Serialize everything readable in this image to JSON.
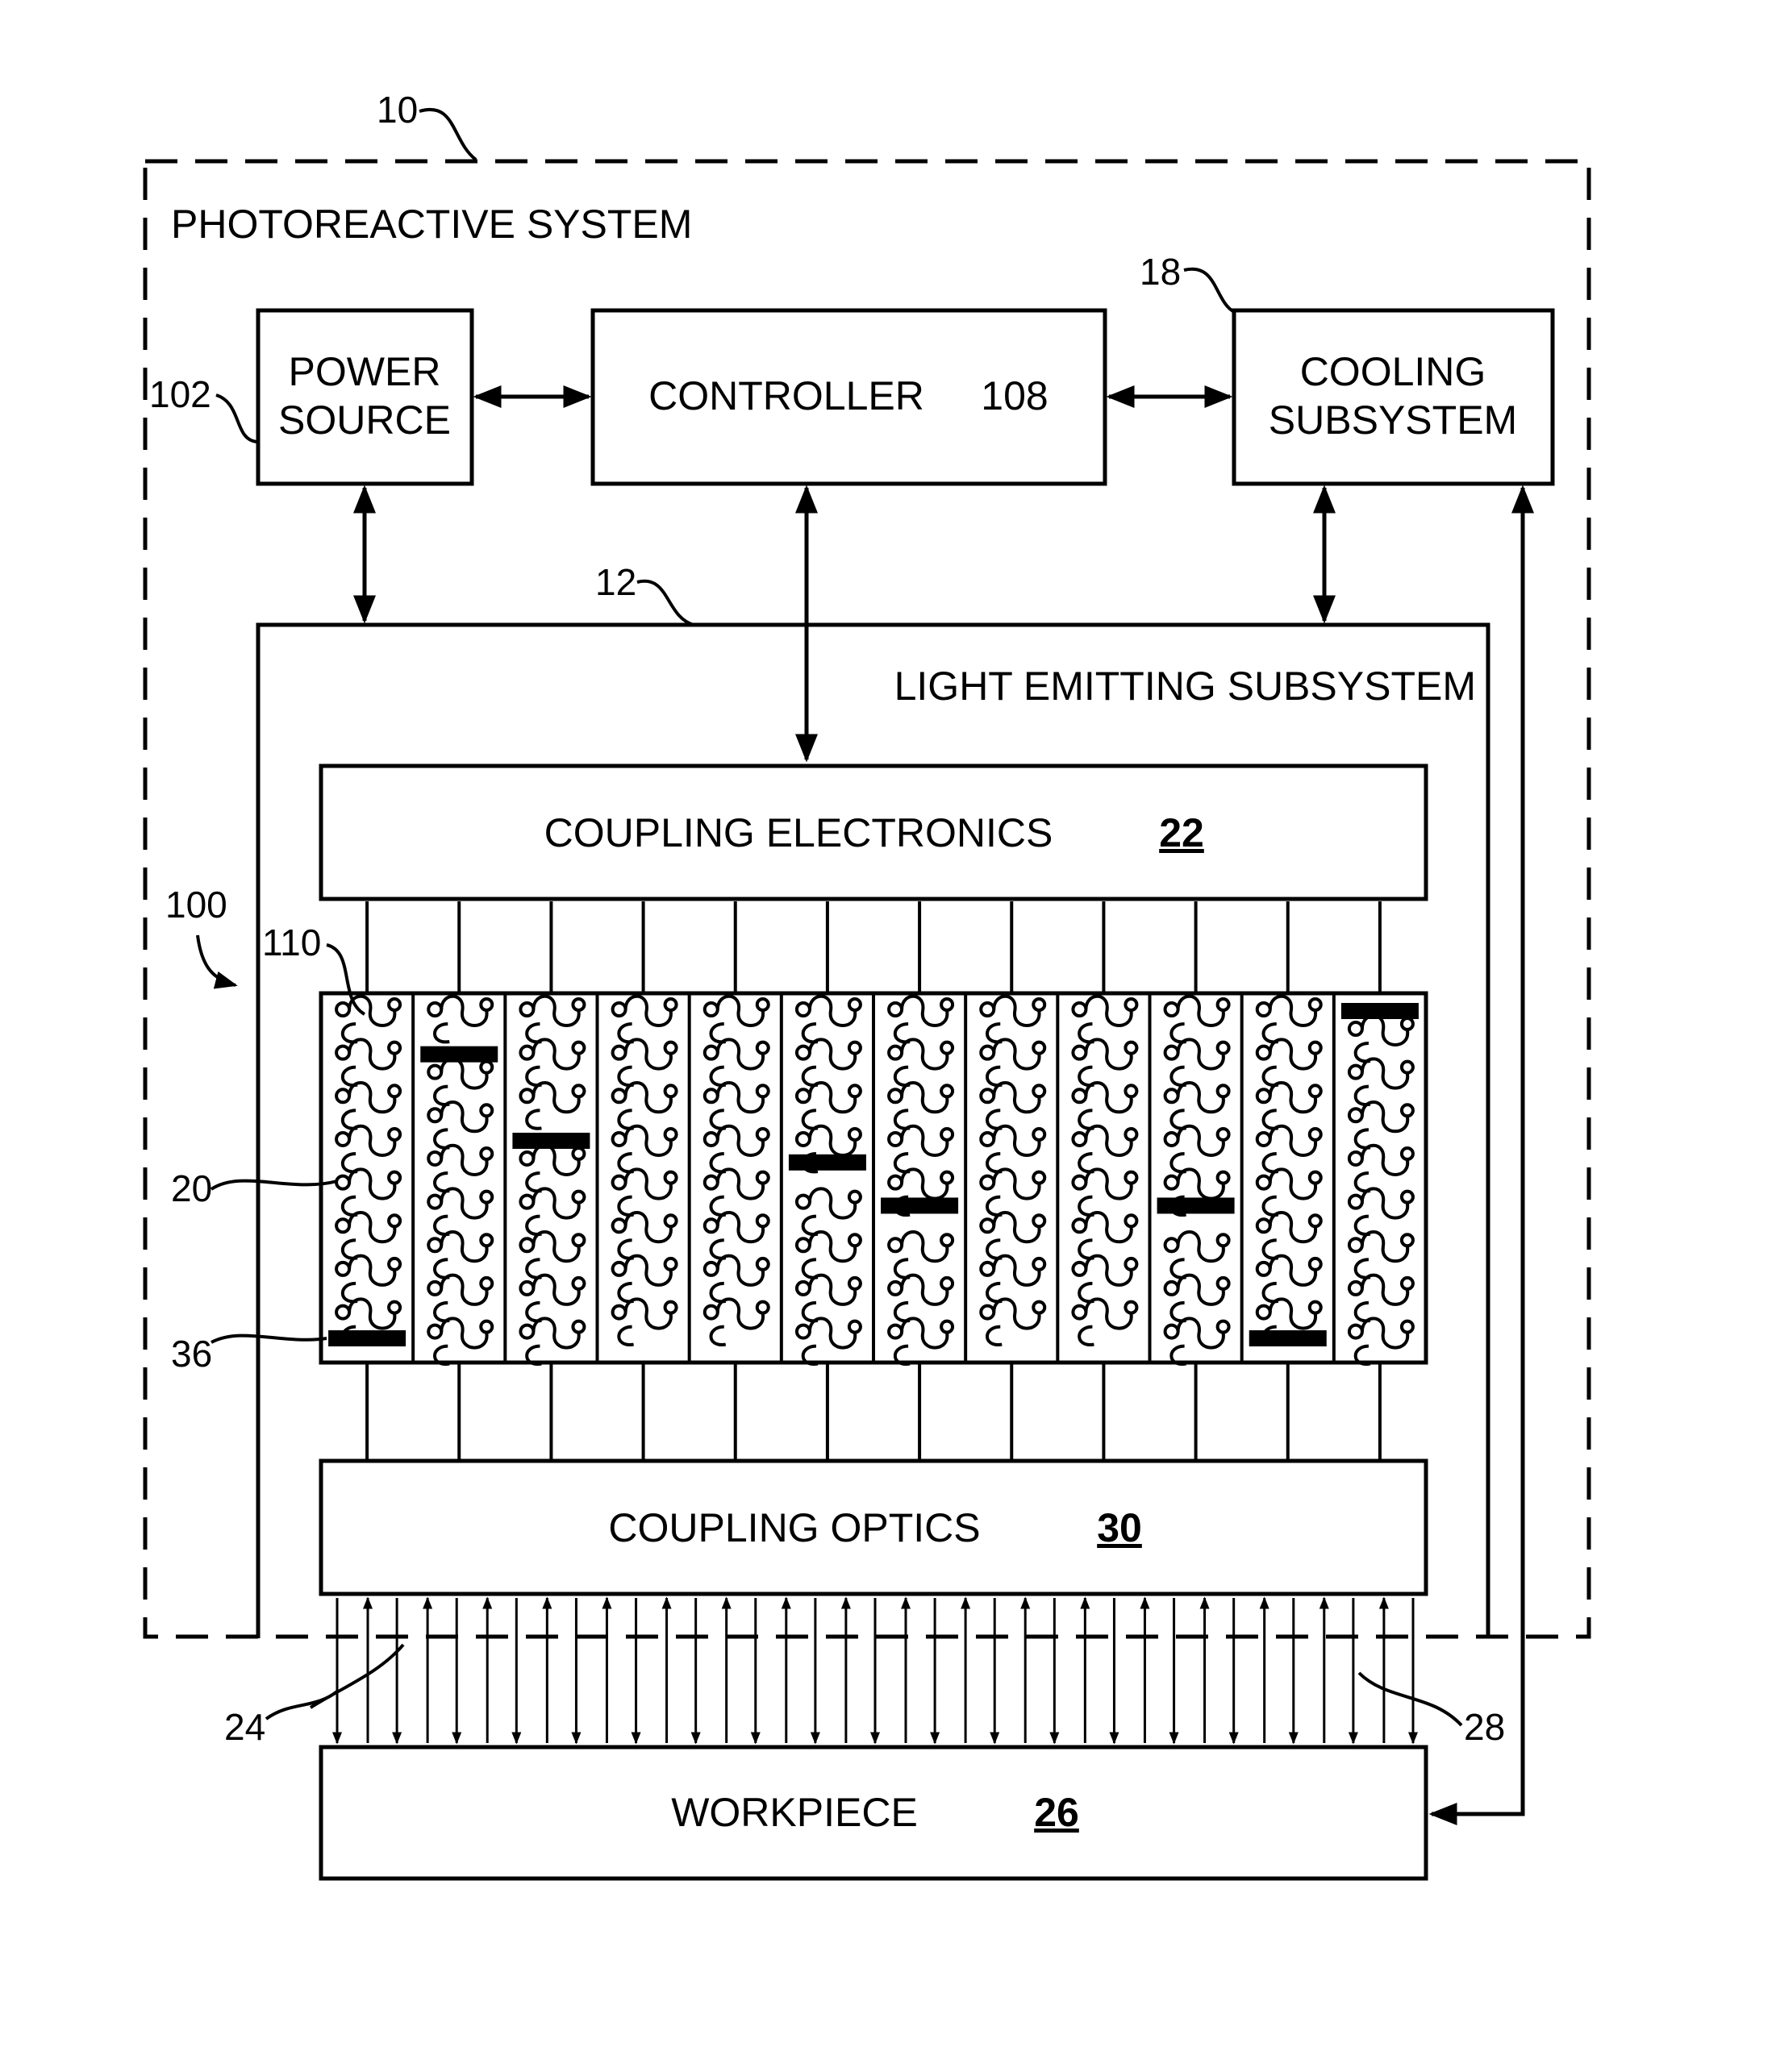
{
  "system": {
    "title": "PHOTOREACTIVE SYSTEM",
    "ref": "10"
  },
  "power_source": {
    "line1": "POWER",
    "line2": "SOURCE",
    "ref": "102"
  },
  "controller": {
    "label": "CONTROLLER",
    "ref": "108"
  },
  "cooling": {
    "line1": "COOLING",
    "line2": "SUBSYSTEM",
    "ref": "18"
  },
  "light_emitting": {
    "label": "LIGHT EMITTING SUBSYSTEM",
    "ref": "12"
  },
  "coupling_electronics": {
    "label": "COUPLING ELECTRONICS",
    "num": "22"
  },
  "coupling_optics": {
    "label": "COUPLING OPTICS",
    "num": "30"
  },
  "workpiece": {
    "label": "WORKPIECE",
    "num": "26"
  },
  "array": {
    "ref_array": "100",
    "ref_element": "110",
    "ref_column": "20",
    "ref_bar": "36",
    "columns": 12,
    "rows": 8,
    "bars": [
      {
        "col": 0,
        "slot": 8
      },
      {
        "col": 1,
        "slot": 1
      },
      {
        "col": 2,
        "slot": 3
      },
      {
        "col": 5,
        "slot": 3.5
      },
      {
        "col": 6,
        "slot": 4.5
      },
      {
        "col": 9,
        "slot": 4.5
      },
      {
        "col": 10,
        "slot": 8
      },
      {
        "col": 11,
        "slot": 0
      }
    ]
  },
  "rays": {
    "ref_emitted": "24",
    "ref_reflected": "28",
    "count": 19
  }
}
